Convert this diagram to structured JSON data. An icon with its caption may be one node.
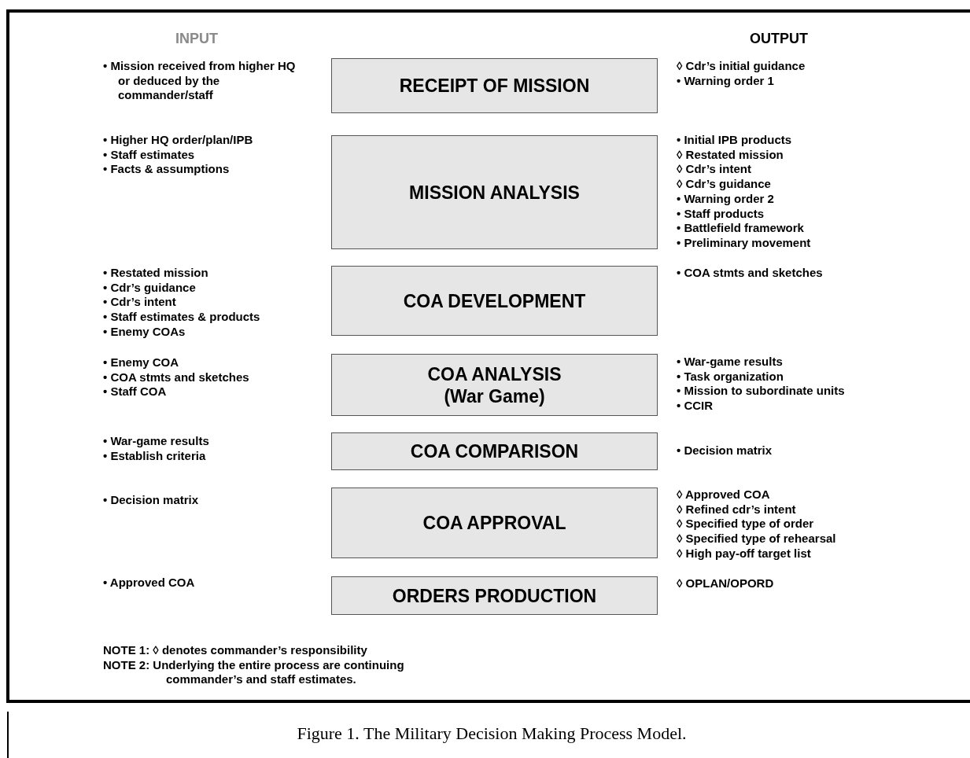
{
  "diagram": {
    "caption": "Figure 1.  The Military Decision Making Process Model.",
    "nodes": [
      {
        "text": [
          "RECEIPT OF MISSION"
        ]
      },
      {
        "text": [
          "MISSION ANALYSIS"
        ]
      },
      {
        "text": [
          "COA DEVELOPMENT"
        ]
      },
      {
        "text": [
          "COA ANALYSIS",
          "(War Game)"
        ]
      },
      {
        "text": [
          "COA COMPARISON"
        ]
      },
      {
        "text": [
          "COA APPROVAL"
        ]
      },
      {
        "text": [
          "ORDERS PRODUCTION"
        ]
      }
    ],
    "edges": [],
    "labels": [
      "INPUT",
      "OUTPUT",
      "• Mission received from higher HQ or deduced by the commander/staff",
      "◊ Cdr’s initial guidance",
      "• Warning order 1",
      "• Higher HQ order/plan/IPB",
      "• Staff estimates",
      "• Facts & assumptions",
      "• Initial IPB products",
      "◊ Restated mission",
      "◊ Cdr’s intent",
      "◊ Cdr’s guidance",
      "• Warning order 2",
      "• Staff products",
      "• Battlefield framework",
      "• Preliminary movement",
      "• Restated mission",
      "• Cdr’s guidance",
      "• Cdr’s intent",
      "• Staff estimates & products",
      "• Enemy COAs",
      "• COA stmts and sketches",
      "• Enemy COA",
      "• COA stmts and sketches",
      "• Staff COA",
      "• War-game results",
      "• Task organization",
      "• Mission to subordinate units",
      "• CCIR",
      "• War-game results",
      "• Establish criteria",
      "• Decision matrix",
      "• Decision matrix",
      "◊ Approved COA",
      "◊ Refined cdr’s intent",
      "◊ Specified type of order",
      "◊ Specified type of rehearsal",
      "◊ High pay-off target list",
      "• Approved COA",
      "◊ OPLAN/OPORD",
      "NOTE 1:  ◊ denotes commander’s responsibility",
      "NOTE 2:  Underlying the entire process are continuing commander’s and staff estimates."
    ]
  }
}
